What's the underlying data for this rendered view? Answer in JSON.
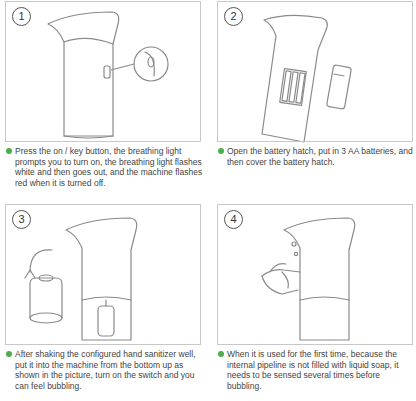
{
  "diagram": {
    "nodes": [
      {
        "text": [
          "1",
          "Press the on / key button, the breathing light prompts you to turn on, the breathing light flashes white and then goes out, and the machine flashes red when it is turned off."
        ]
      },
      {
        "text": [
          "2",
          "Open the battery hatch, put in 3 AA batteries, and then cover the battery hatch."
        ]
      },
      {
        "text": [
          "3",
          "After shaking the configured hand sanitizer well, put it into the machine from the bottom up as shown in the picture, turn on the switch and you can feel bubbling."
        ]
      },
      {
        "text": [
          "4",
          "When it is used for the first time, because the internal pipeline is not filled with liquid soap, it needs to be sensed several times before bubbling."
        ]
      }
    ]
  }
}
